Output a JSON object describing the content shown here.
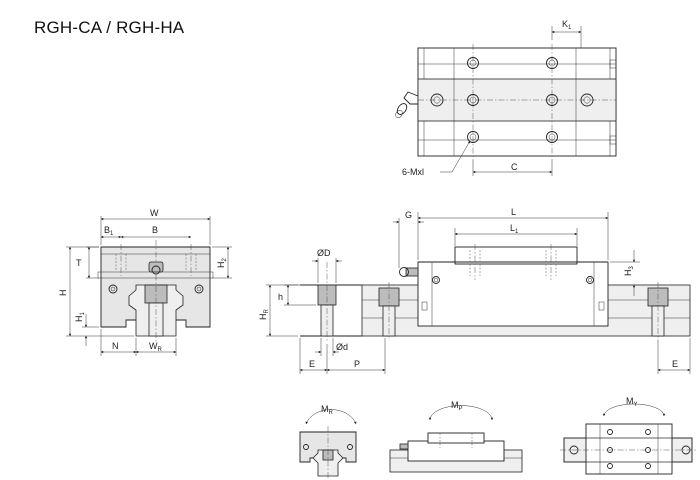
{
  "title": "RGH-CA / RGH-HA",
  "dims": {
    "K1": "K",
    "K1_sub": "1",
    "six_mxl": "6-Mxl",
    "C": "C",
    "W": "W",
    "B1": "B",
    "B1_sub": "1",
    "B": "B",
    "T": "T",
    "H": "H",
    "H1": "H",
    "H1_sub": "1",
    "H2": "H",
    "H2_sub": "2",
    "N": "N",
    "WR": "W",
    "WR_sub": "R",
    "G": "G",
    "L": "L",
    "L1": "L",
    "L1_sub": "1",
    "H3": "H",
    "H3_sub": "3",
    "OD": "ØD",
    "h": "h",
    "HR": "H",
    "HR_sub": "R",
    "od": "Ød",
    "E_left": "E",
    "P": "P",
    "E_right": "E"
  },
  "moments": {
    "MR": "M",
    "MR_sub": "R",
    "MP": "M",
    "MP_sub": "P",
    "MY": "M",
    "MY_sub": "Y"
  }
}
